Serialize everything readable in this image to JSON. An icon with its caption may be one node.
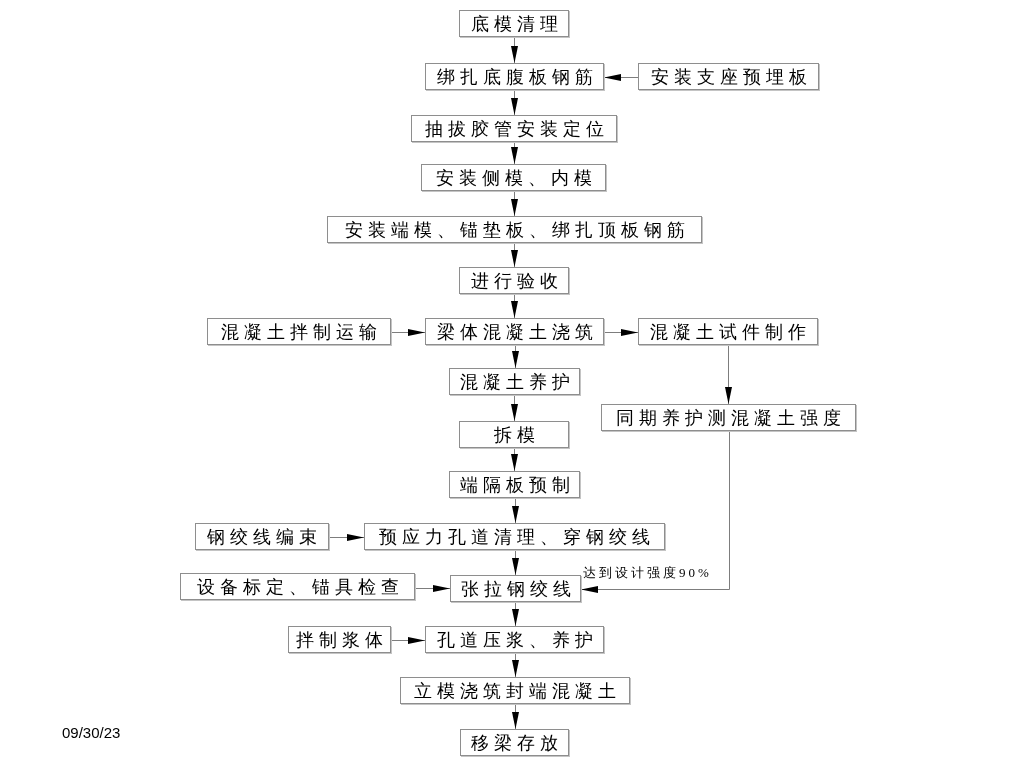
{
  "diagram": {
    "nodes": [
      {
        "text": [
          "底模清理"
        ]
      },
      {
        "text": [
          "绑扎底腹板钢筋"
        ]
      },
      {
        "text": [
          "安装支座预埋板"
        ]
      },
      {
        "text": [
          "抽拔胶管安装定位"
        ]
      },
      {
        "text": [
          "安装侧模、内模"
        ]
      },
      {
        "text": [
          "安装端模、锚垫板、绑扎顶板钢筋"
        ]
      },
      {
        "text": [
          "进行验收"
        ]
      },
      {
        "text": [
          "混凝土拌制运输"
        ]
      },
      {
        "text": [
          "梁体混凝土浇筑"
        ]
      },
      {
        "text": [
          "混凝土试件制作"
        ]
      },
      {
        "text": [
          "混凝土养护"
        ]
      },
      {
        "text": [
          "同期养护测混凝土强度"
        ]
      },
      {
        "text": [
          "拆模"
        ]
      },
      {
        "text": [
          "端隔板预制"
        ]
      },
      {
        "text": [
          "钢绞线编束"
        ]
      },
      {
        "text": [
          "预应力孔道清理、穿钢绞线"
        ]
      },
      {
        "text": [
          "设备标定、锚具检查"
        ]
      },
      {
        "text": [
          "张拉钢绞线"
        ]
      },
      {
        "text": [
          "拌制浆体"
        ]
      },
      {
        "text": [
          "孔道压浆、养护"
        ]
      },
      {
        "text": [
          "立模浇筑封端混凝土"
        ]
      },
      {
        "text": [
          "移梁存放"
        ]
      }
    ],
    "edges": [
      {
        "from": 0,
        "to": 1,
        "arrow": "to"
      },
      {
        "from": 2,
        "to": 1,
        "arrow": "to"
      },
      {
        "from": 1,
        "to": 3,
        "arrow": "to"
      },
      {
        "from": 3,
        "to": 4,
        "arrow": "to"
      },
      {
        "from": 4,
        "to": 5,
        "arrow": "to"
      },
      {
        "from": 5,
        "to": 6,
        "arrow": "to"
      },
      {
        "from": 6,
        "to": 8,
        "arrow": "to"
      },
      {
        "from": 7,
        "to": 8,
        "arrow": "to"
      },
      {
        "from": 8,
        "to": 9,
        "arrow": "to"
      },
      {
        "from": 8,
        "to": 10,
        "arrow": "to"
      },
      {
        "from": 9,
        "to": 11,
        "arrow": "to"
      },
      {
        "from": 10,
        "to": 12,
        "arrow": "to"
      },
      {
        "from": 12,
        "to": 13,
        "arrow": "to"
      },
      {
        "from": 13,
        "to": 15,
        "arrow": "to"
      },
      {
        "from": 14,
        "to": 15,
        "arrow": "to"
      },
      {
        "from": 15,
        "to": 17,
        "arrow": "to"
      },
      {
        "from": 16,
        "to": 17,
        "arrow": "to"
      },
      {
        "from": 11,
        "to": 17,
        "arrow": "to",
        "label": "达到设计强度90%"
      },
      {
        "from": 17,
        "to": 19,
        "arrow": "to"
      },
      {
        "from": 18,
        "to": 19,
        "arrow": "to"
      },
      {
        "from": 19,
        "to": 20,
        "arrow": "to"
      },
      {
        "from": 20,
        "to": 21,
        "arrow": "to"
      }
    ],
    "labels": [
      "09/30/23"
    ]
  }
}
